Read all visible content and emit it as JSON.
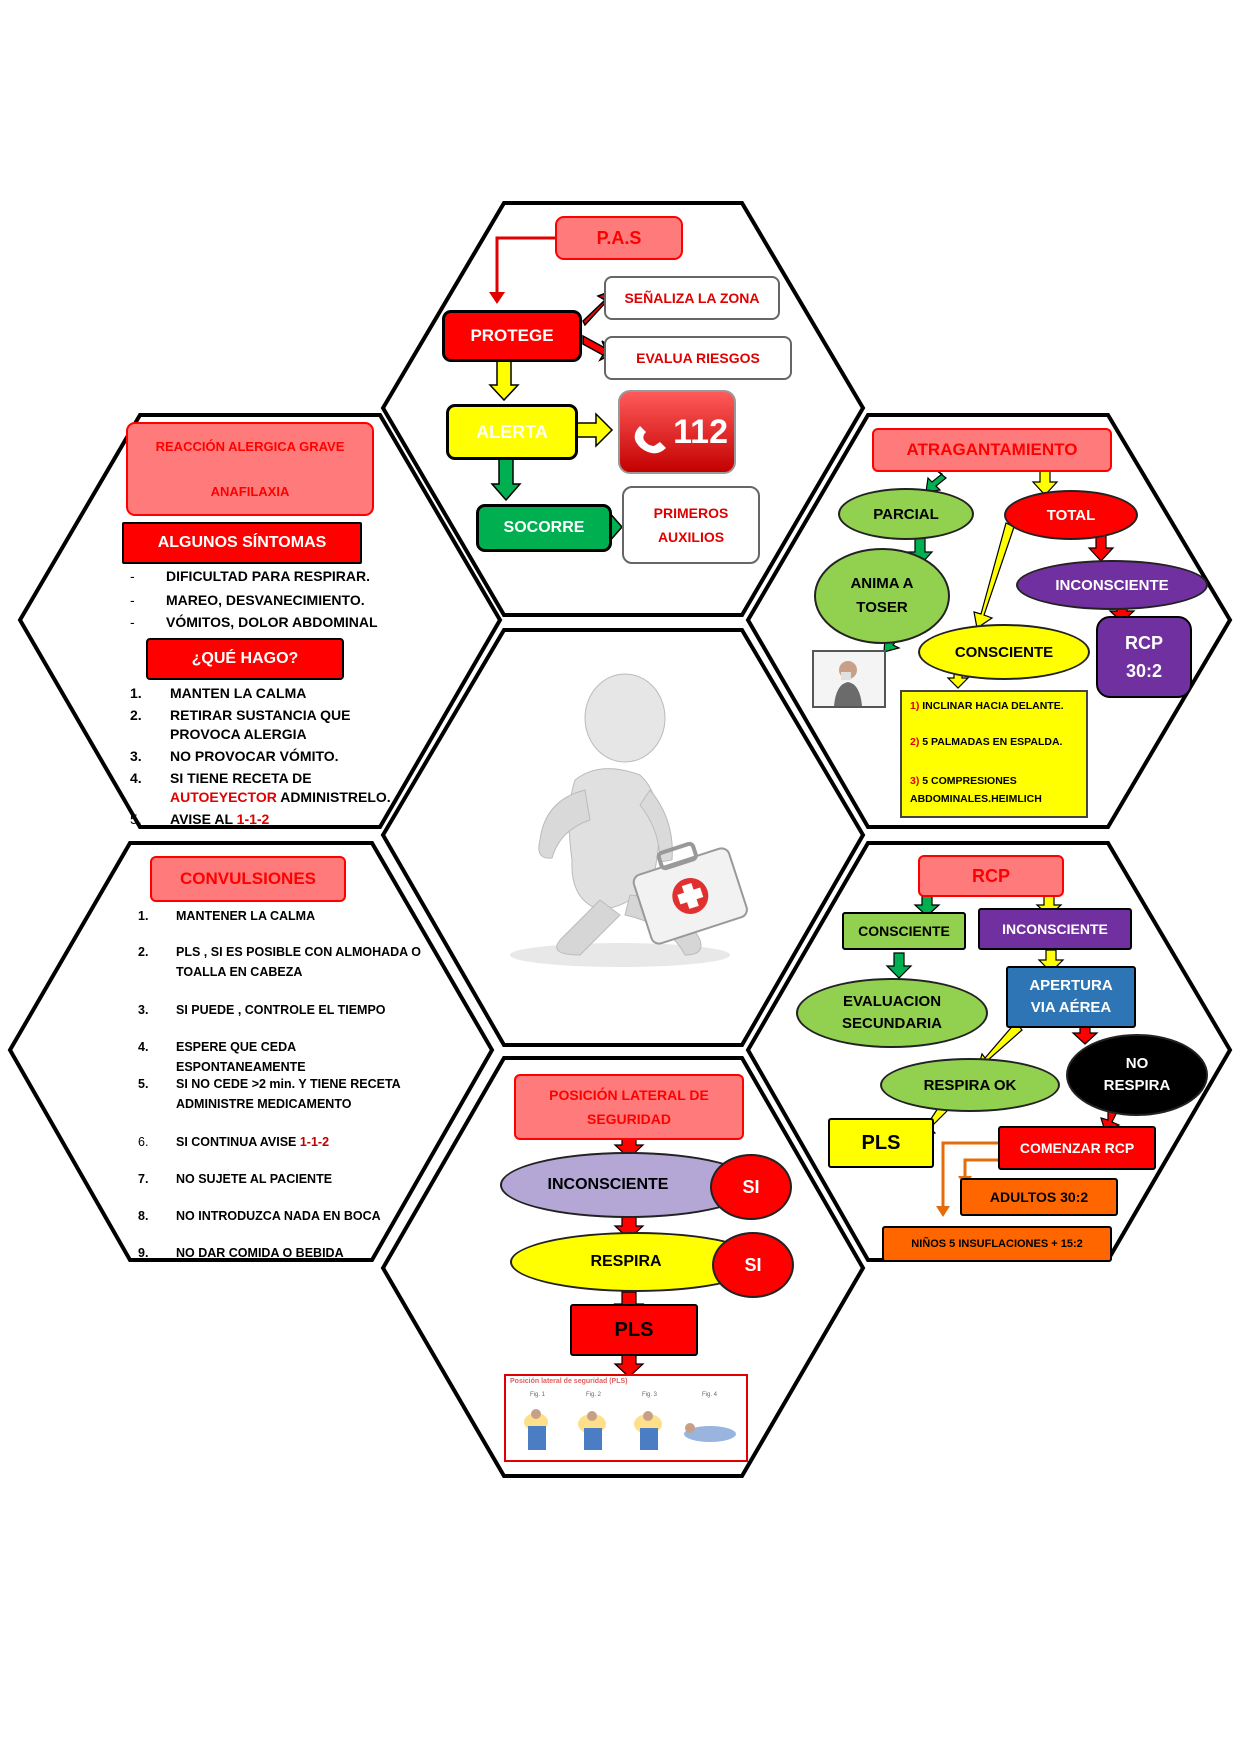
{
  "pas": {
    "title": "P.A.S",
    "protege": "PROTEGE",
    "senaliza": "SEÑALIZA LA ZONA",
    "evalua": "EVALUA RIESGOS",
    "alerta": "ALERTA",
    "phone": "112",
    "socorre": "SOCORRE",
    "primeros": "PRIMEROS AUXILIOS"
  },
  "alergia": {
    "title1": "REACCIÓN ALERGICA GRAVE",
    "title2": "ANAFILAXIA",
    "sintomas": "ALGUNOS SÍNTOMAS",
    "symptoms": [
      "DIFICULTAD PARA RESPIRAR.",
      "MAREO, DESVANECIMIENTO.",
      "VÓMITOS, DOLOR ABDOMINAL"
    ],
    "que_hago": "¿QUÉ HAGO?",
    "steps": [
      {
        "n": "1.",
        "t": "MANTEN LA CALMA"
      },
      {
        "n": "2.",
        "t": "RETIRAR SUSTANCIA QUE PROVOCA ALERGIA"
      },
      {
        "n": "3.",
        "t": "NO PROVOCAR VÓMITO."
      },
      {
        "n": "4.",
        "t": "SI TIENE RECETA DE",
        "t2": "AUTOEYECTOR",
        "t3": " ADMINISTRELO."
      },
      {
        "n": "5.",
        "t": "AVISE AL ",
        "t2": "1-1-2"
      }
    ]
  },
  "atragantamiento": {
    "title": "ATRAGANTAMIENTO",
    "parcial": "PARCIAL",
    "total": "TOTAL",
    "anima": "ANIMA A TOSER",
    "inconsciente": "INCONSCIENTE",
    "consciente": "CONSCIENTE",
    "rcp": "RCP 30:2",
    "steps": [
      {
        "n": "1)",
        "t": " INCLINAR HACIA DELANTE."
      },
      {
        "n": "2)",
        "t": " 5 PALMADAS EN ESPALDA."
      },
      {
        "n": "3)",
        "t": " 5 COMPRESIONES ABDOMINALES.HEIMLICH"
      }
    ]
  },
  "convulsiones": {
    "title": "CONVULSIONES",
    "steps": [
      {
        "n": "1.",
        "t": "MANTENER LA CALMA"
      },
      {
        "n": "2.",
        "t": "PLS , SI ES POSIBLE CON ALMOHADA O TOALLA EN CABEZA"
      },
      {
        "n": "3.",
        "t": "SI PUEDE , CONTROLE EL TIEMPO"
      },
      {
        "n": "4.",
        "t": "ESPERE QUE CEDA ESPONTANEAMENTE"
      },
      {
        "n": "5.",
        "t": "SI NO CEDE >2 min. Y TIENE RECETA ADMINISTRE MEDICAMENTO"
      },
      {
        "n": "6.",
        "t": "SI CONTINUA AVISE  ",
        "t2": "1-1-2"
      },
      {
        "n": "7.",
        "t": "NO SUJETE AL PACIENTE"
      },
      {
        "n": "8.",
        "t": "NO INTRODUZCA NADA EN BOCA"
      },
      {
        "n": "9.",
        "t": "NO DAR COMIDA O BEBIDA"
      }
    ]
  },
  "rcp": {
    "title": "RCP",
    "consciente": "CONSCIENTE",
    "inconsciente": "INCONSCIENTE",
    "evaluacion": "EVALUACION SECUNDARIA",
    "apertura": "APERTURA VIA AÉREA",
    "respira_ok": "RESPIRA OK",
    "no_respira": "NO RESPIRA",
    "pls": "PLS",
    "comenzar": "COMENZAR RCP",
    "adultos": "ADULTOS 30:2",
    "ninos": "NIÑOS 5 INSUFLACIONES + 15:2"
  },
  "pls": {
    "title": "POSICIÓN LATERAL DE SEGURIDAD",
    "inconsciente": "INCONSCIENTE",
    "si1": "SI",
    "respira": "RESPIRA",
    "si2": "SI",
    "pls": "PLS",
    "figure_title": "Posición lateral de seguridad (PLS)",
    "figs": [
      "Fig. 1",
      "Fig. 2",
      "Fig. 3",
      "Fig. 4"
    ]
  }
}
